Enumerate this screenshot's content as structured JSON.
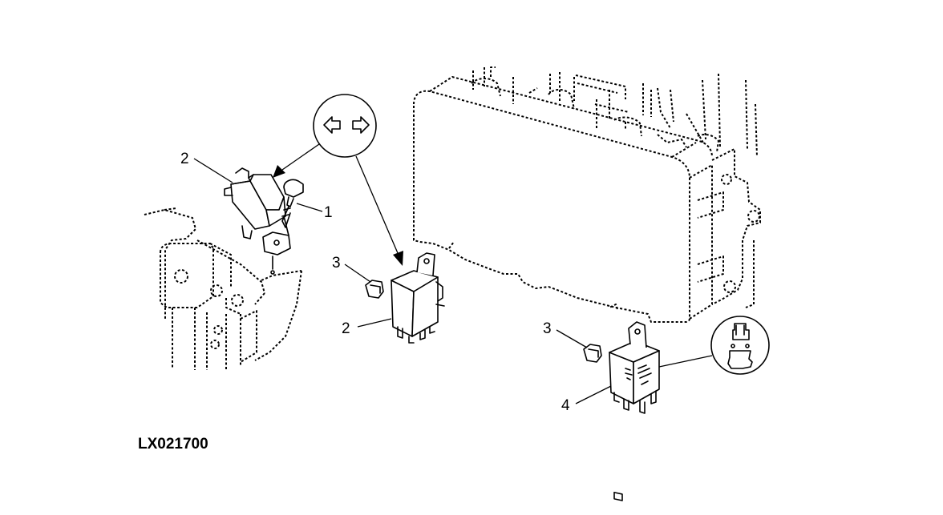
{
  "figure_id": "LX021700",
  "callouts": {
    "c1": "1",
    "c2a": "2",
    "c2b": "2",
    "c3a": "3",
    "c3b": "3",
    "c4": "4"
  },
  "icons": {
    "direction_indicator": "left-right-arrows-icon",
    "hazard_symbol": "tractor-trailer-icon"
  }
}
